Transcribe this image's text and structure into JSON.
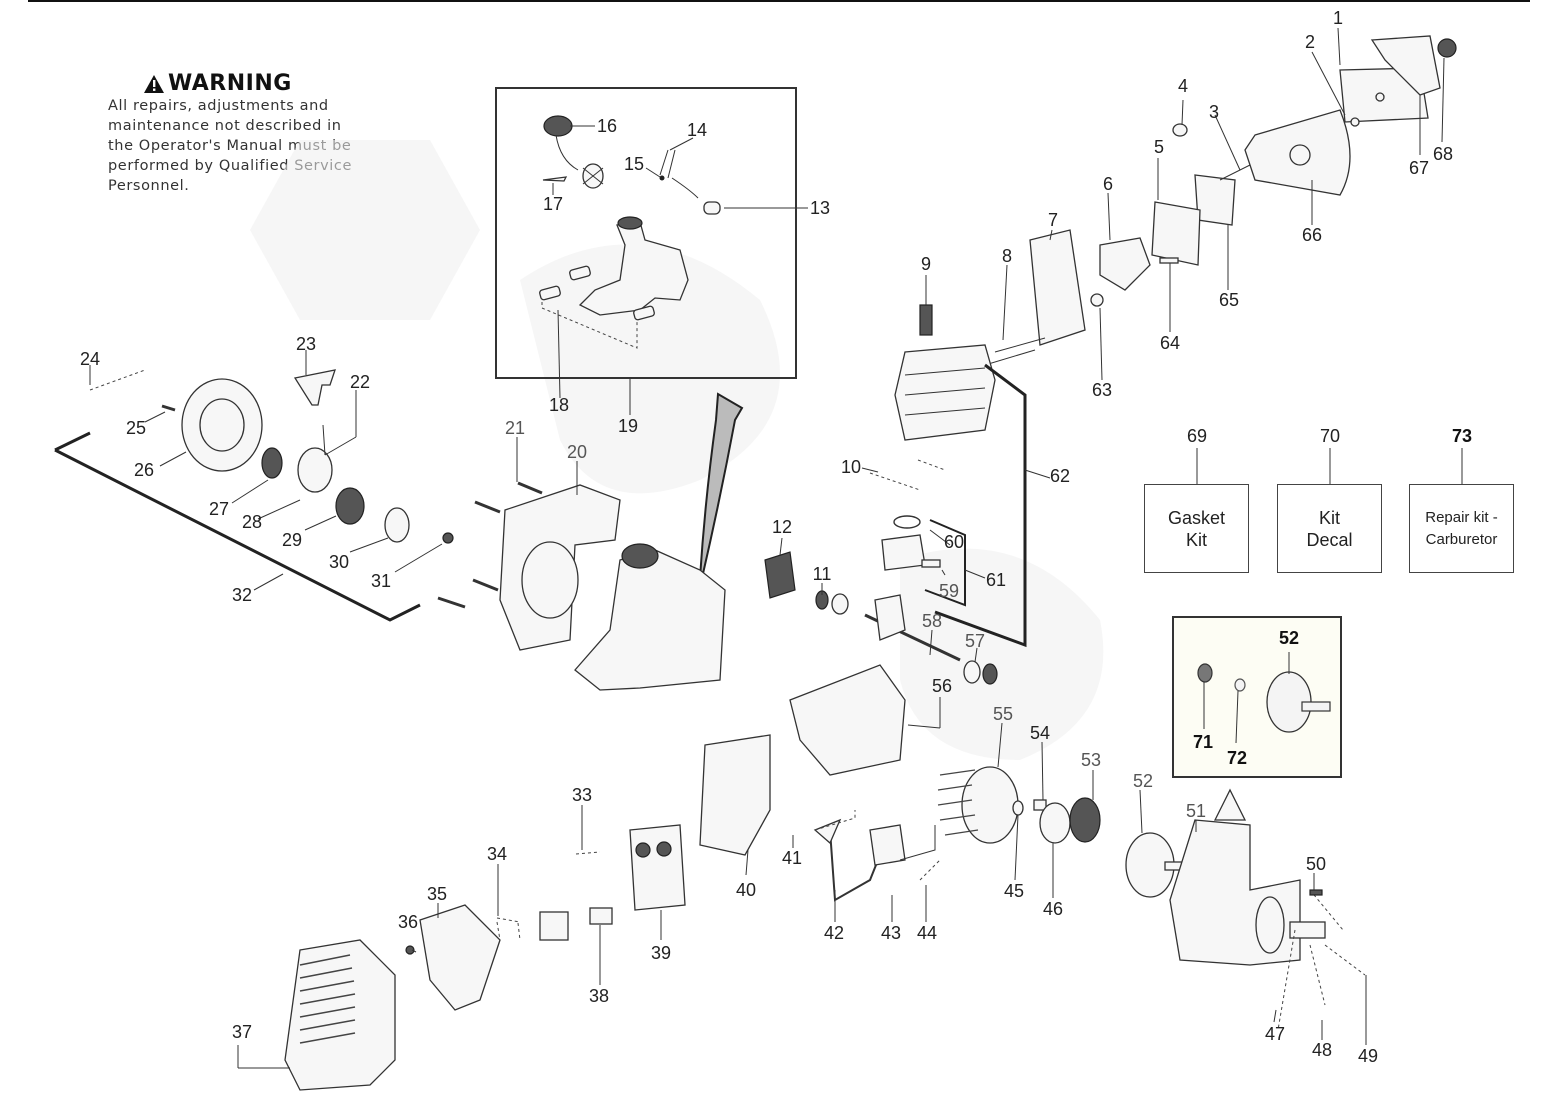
{
  "warning": {
    "icon": "warning-triangle-icon",
    "title": "WARNING",
    "body": "All repairs, adjustments and\nmaintenance not described in\nthe Operator's Manual must be\nperformed by Qualified Service\nPersonnel."
  },
  "kits": [
    {
      "number": "69",
      "label": "Gasket\nKit"
    },
    {
      "number": "70",
      "label": "Kit\nDecal"
    },
    {
      "number": "73",
      "label": "Repair kit -\nCarburetor"
    }
  ],
  "inset_callouts": [
    "52",
    "71",
    "72"
  ],
  "callouts": {
    "c1": "1",
    "c2": "2",
    "c3": "3",
    "c4": "4",
    "c5": "5",
    "c6": "6",
    "c7": "7",
    "c8": "8",
    "c9": "9",
    "c10": "10",
    "c11": "11",
    "c12": "12",
    "c13": "13",
    "c14": "14",
    "c15": "15",
    "c16": "16",
    "c17": "17",
    "c18": "18",
    "c19": "19",
    "c20": "20",
    "c21": "21",
    "c22": "22",
    "c23": "23",
    "c24": "24",
    "c25": "25",
    "c26": "26",
    "c27": "27",
    "c28": "28",
    "c29": "29",
    "c30": "30",
    "c31": "31",
    "c32": "32",
    "c33": "33",
    "c34": "34",
    "c35": "35",
    "c36": "36",
    "c37": "37",
    "c38": "38",
    "c39": "39",
    "c40": "40",
    "c41": "41",
    "c42": "42",
    "c43": "43",
    "c44": "44",
    "c45": "45",
    "c46": "46",
    "c47": "47",
    "c48": "48",
    "c49": "49",
    "c50": "50",
    "c51": "51",
    "c52": "52",
    "c53": "53",
    "c54": "54",
    "c55": "55",
    "c56": "56",
    "c57": "57",
    "c58": "58",
    "c59": "59",
    "c60": "60",
    "c61": "61",
    "c62": "62",
    "c63": "63",
    "c64": "64",
    "c65": "65",
    "c66": "66",
    "c67": "67",
    "c68": "68"
  }
}
